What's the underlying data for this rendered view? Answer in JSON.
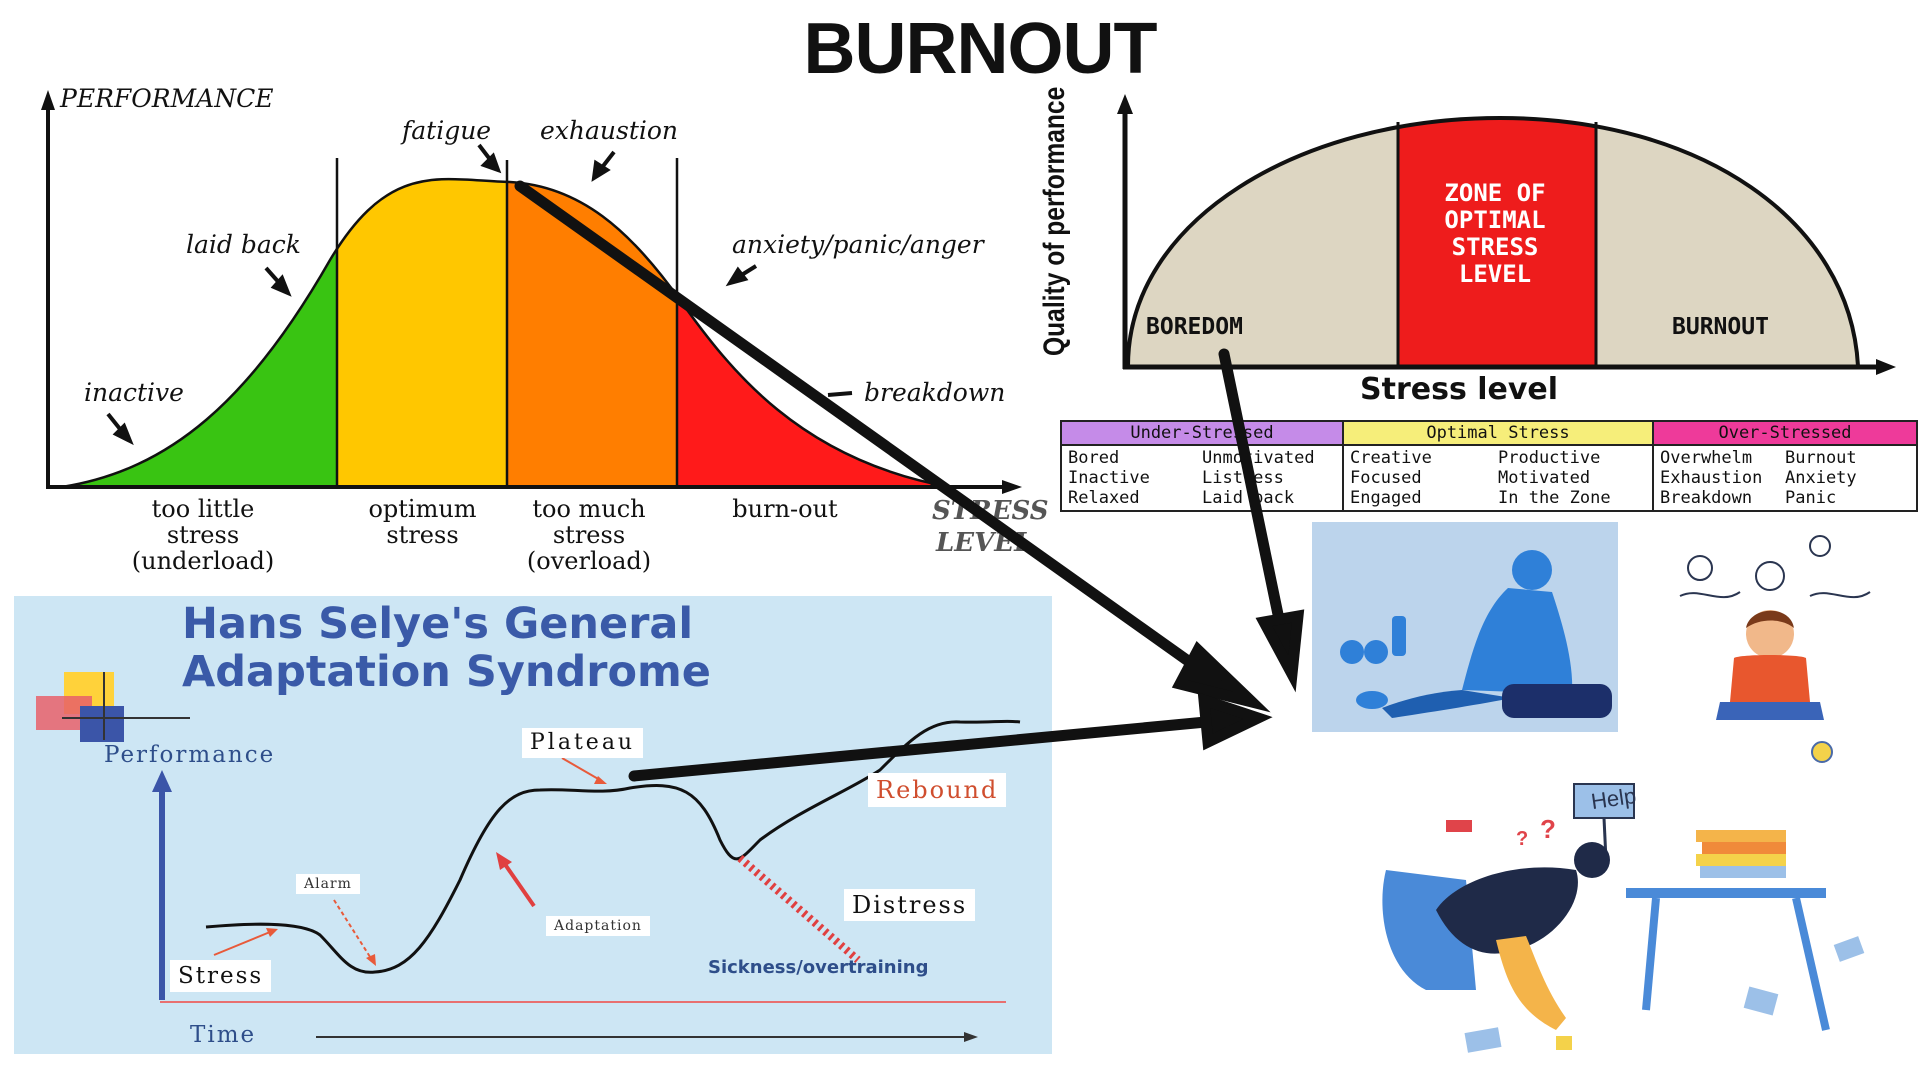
{
  "title": "BURNOUT",
  "sweet_spot": {
    "y_axis": "PERFORMANCE",
    "x_axis": [
      "STRESS",
      "LEVEL"
    ],
    "points": {
      "inactive": "inactive",
      "laid_back": "laid back",
      "fatigue": "fatigue",
      "exhaustion": "exhaustion",
      "anxiety": "anxiety/panic/anger",
      "breakdown": "breakdown"
    },
    "zones": [
      {
        "lines": [
          "too little",
          "stress",
          "(underload)"
        ],
        "color": "#39c412"
      },
      {
        "lines": [
          "optimum",
          "stress"
        ],
        "color": "#ffc700"
      },
      {
        "lines": [
          "too much",
          "stress",
          "(overload)"
        ],
        "color": "#ff7e00"
      },
      {
        "lines": [
          "burn-out"
        ],
        "color": "#ff1a1a"
      }
    ]
  },
  "quality_chart": {
    "ylabel": "Quality of performance",
    "xlabel": "Stress level",
    "zone_left": "BOREDOM",
    "zone_center": [
      "ZONE OF",
      "OPTIMAL",
      "STRESS",
      "LEVEL"
    ],
    "zone_right": "BURNOUT",
    "colors": {
      "side": "#ddd6c2",
      "center": "#ee1c1c"
    }
  },
  "stress_table": [
    {
      "header": "Under-Stressed",
      "color": "#c58be8",
      "left": [
        "Bored",
        "Inactive",
        "Relaxed"
      ],
      "right": [
        "Unmotivated",
        "Listless",
        "Laid back"
      ]
    },
    {
      "header": "Optimal Stress",
      "color": "#f6ee7a",
      "left": [
        "Creative",
        "Focused",
        "Engaged"
      ],
      "right": [
        "Productive",
        "Motivated",
        "In the Zone"
      ]
    },
    {
      "header": "Over-Stressed",
      "color": "#ee3a9a",
      "left": [
        "Overwhelm",
        "Exhaustion",
        "Breakdown"
      ],
      "right": [
        "Burnout",
        "Anxiety",
        "Panic"
      ]
    }
  ],
  "gas": {
    "title_line1": "Hans Selye's General",
    "title_line2": "Adaptation Syndrome",
    "performance": "Performance",
    "time": "Time",
    "stress": "Stress",
    "alarm": "Alarm",
    "adaptation": "Adaptation",
    "plateau": "Plateau",
    "rebound": "Rebound",
    "distress": "Distress",
    "sickness": "Sickness/overtraining"
  },
  "illustrations": {
    "help_sign": "Help",
    "question_marks": "?",
    "colors": {
      "athlete_bg": "#bcd4ec",
      "athlete": "#2f80d8"
    }
  }
}
